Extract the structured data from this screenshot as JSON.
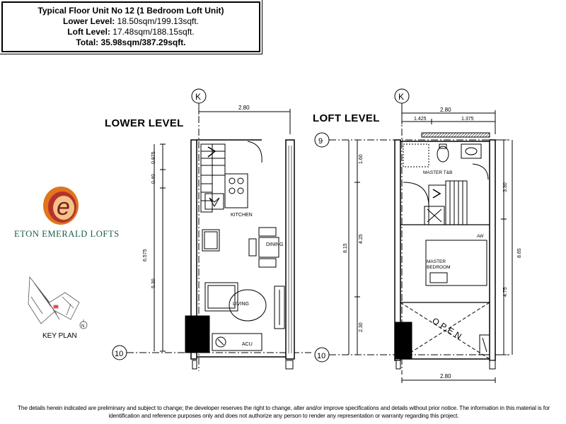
{
  "header": {
    "title": "Typical Floor Unit No 12 (1 Bedroom Loft Unit)",
    "lower_label": "Lower Level:",
    "lower_value": "18.50sqm/199.13sqft.",
    "loft_label": "Loft Level:",
    "loft_value": "17.48sqm/188.15sqft.",
    "total_label": "Total:",
    "total_value": "35.98sqm/387.29sqft."
  },
  "lower": {
    "title": "LOWER LEVEL",
    "grid_k": "K",
    "grid_10": "10",
    "dim_top": "2.80",
    "dim_left_total": "6.575",
    "dim_left_a": "0.875",
    "dim_left_b": "0.40",
    "dim_left_c": "5.30",
    "room_kitchen": "KITCHEN",
    "room_dining": "DINING",
    "room_living": "LIVING",
    "room_ac": "ACU"
  },
  "loft": {
    "title": "LOFT LEVEL",
    "grid_k": "K",
    "grid_9": "9",
    "grid_10": "10",
    "dim_top": "2.80",
    "dim_top_a": "1.425",
    "dim_top_b": "1.375",
    "dim_bottom": "2.80",
    "dim_left_total": "8.15",
    "dim_left_a": "1.60",
    "dim_left_b": "4.25",
    "dim_left_c": "2.30",
    "dim_right_total": "8.65",
    "dim_right_a": "3.30",
    "dim_right_b": "4.75",
    "room_tb": "MASTER T&B",
    "room_bed_1": "MASTER",
    "room_bed_2": "BEDROOM",
    "room_open": "OPEN",
    "room_aw": "AW"
  },
  "brand": {
    "name": "ETON EMERALD LOFTS",
    "logo_letter": "e",
    "keyplan": "KEY PLAN",
    "north": "N"
  },
  "colors": {
    "logo_orange": "#e0751e",
    "logo_red": "#b4322c",
    "logo_green": "#1b5b4a"
  },
  "disclaimer_1": "The details herein indicated are preliminary and subject to change; the developer reserves the right to change, alter and/or improve specifications and details without prior notice. The information in this material is for",
  "disclaimer_2": "identification and reference purposes only and does not authorize any person to render any representation or warranty regarding this project."
}
